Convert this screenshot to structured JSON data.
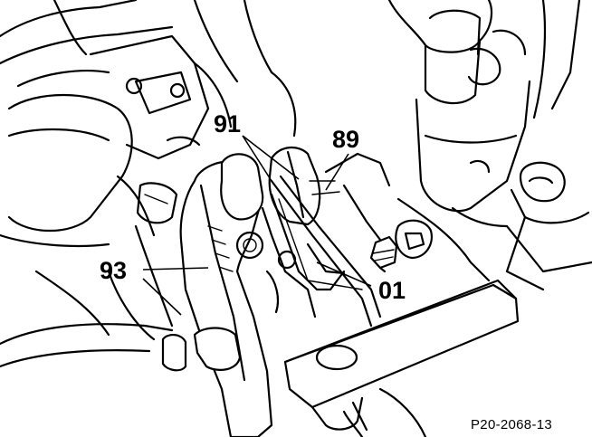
{
  "diagram": {
    "callouts": [
      {
        "id": "91",
        "label": "91"
      },
      {
        "id": "89",
        "label": "89"
      },
      {
        "id": "93",
        "label": "93"
      },
      {
        "id": "01",
        "label": "01"
      }
    ],
    "figure_code": "P20-2068-13"
  },
  "colors": {
    "ink": "#000000",
    "paper": "#ffffff"
  }
}
